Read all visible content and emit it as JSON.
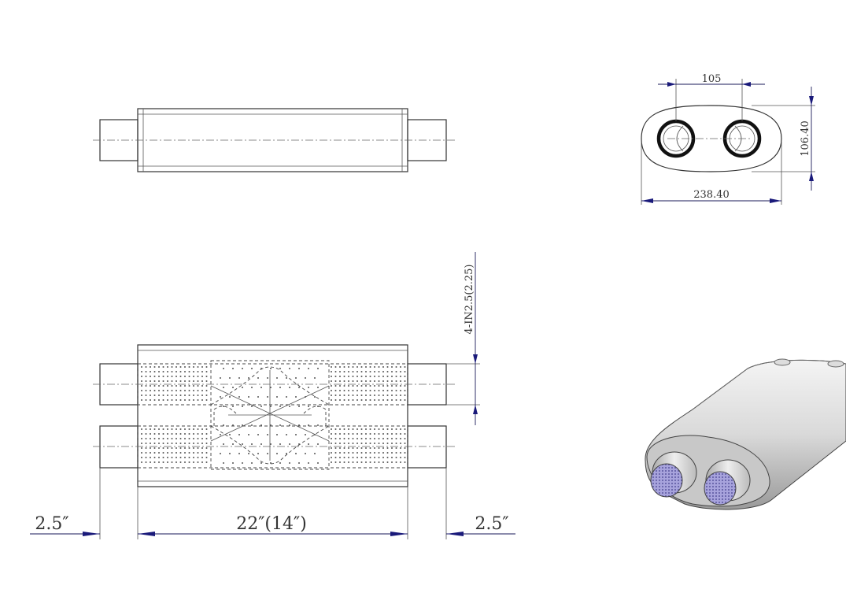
{
  "top_view": {},
  "end_view": {
    "dim_inlet_spacing": "105",
    "dim_height": "106.40",
    "dim_width": "238.40"
  },
  "section_view": {
    "dim_pipe_spec": "4-IN2.5(2.25)",
    "dim_left_pipe": "2.5″",
    "dim_body_length": "22″(14″)",
    "dim_right_pipe": "2.5″"
  },
  "colors": {
    "line": "#333333",
    "dimension": "#1a1a7a",
    "perforation_mesh": "#8a86c8"
  }
}
